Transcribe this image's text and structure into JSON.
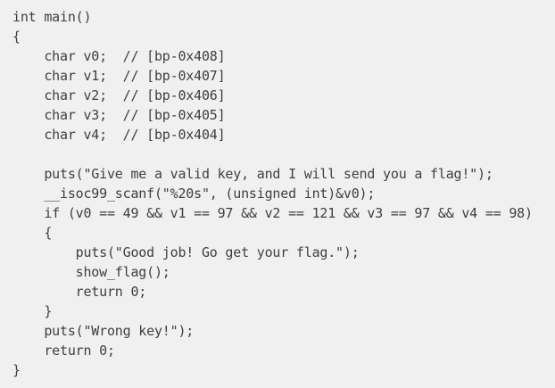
{
  "colors": {
    "background": "#f0f0f0",
    "text": "#3f3f3f"
  },
  "code": {
    "language": "c",
    "lines": [
      "int main()",
      "{",
      "    char v0;  // [bp-0x408]",
      "    char v1;  // [bp-0x407]",
      "    char v2;  // [bp-0x406]",
      "    char v3;  // [bp-0x405]",
      "    char v4;  // [bp-0x404]",
      "",
      "    puts(\"Give me a valid key, and I will send you a flag!\");",
      "    __isoc99_scanf(\"%20s\", (unsigned int)&v0);",
      "    if (v0 == 49 && v1 == 97 && v2 == 121 && v3 == 97 && v4 == 98)",
      "    {",
      "        puts(\"Good job! Go get your flag.\");",
      "        show_flag();",
      "        return 0;",
      "    }",
      "    puts(\"Wrong key!\");",
      "    return 0;",
      "}"
    ]
  }
}
